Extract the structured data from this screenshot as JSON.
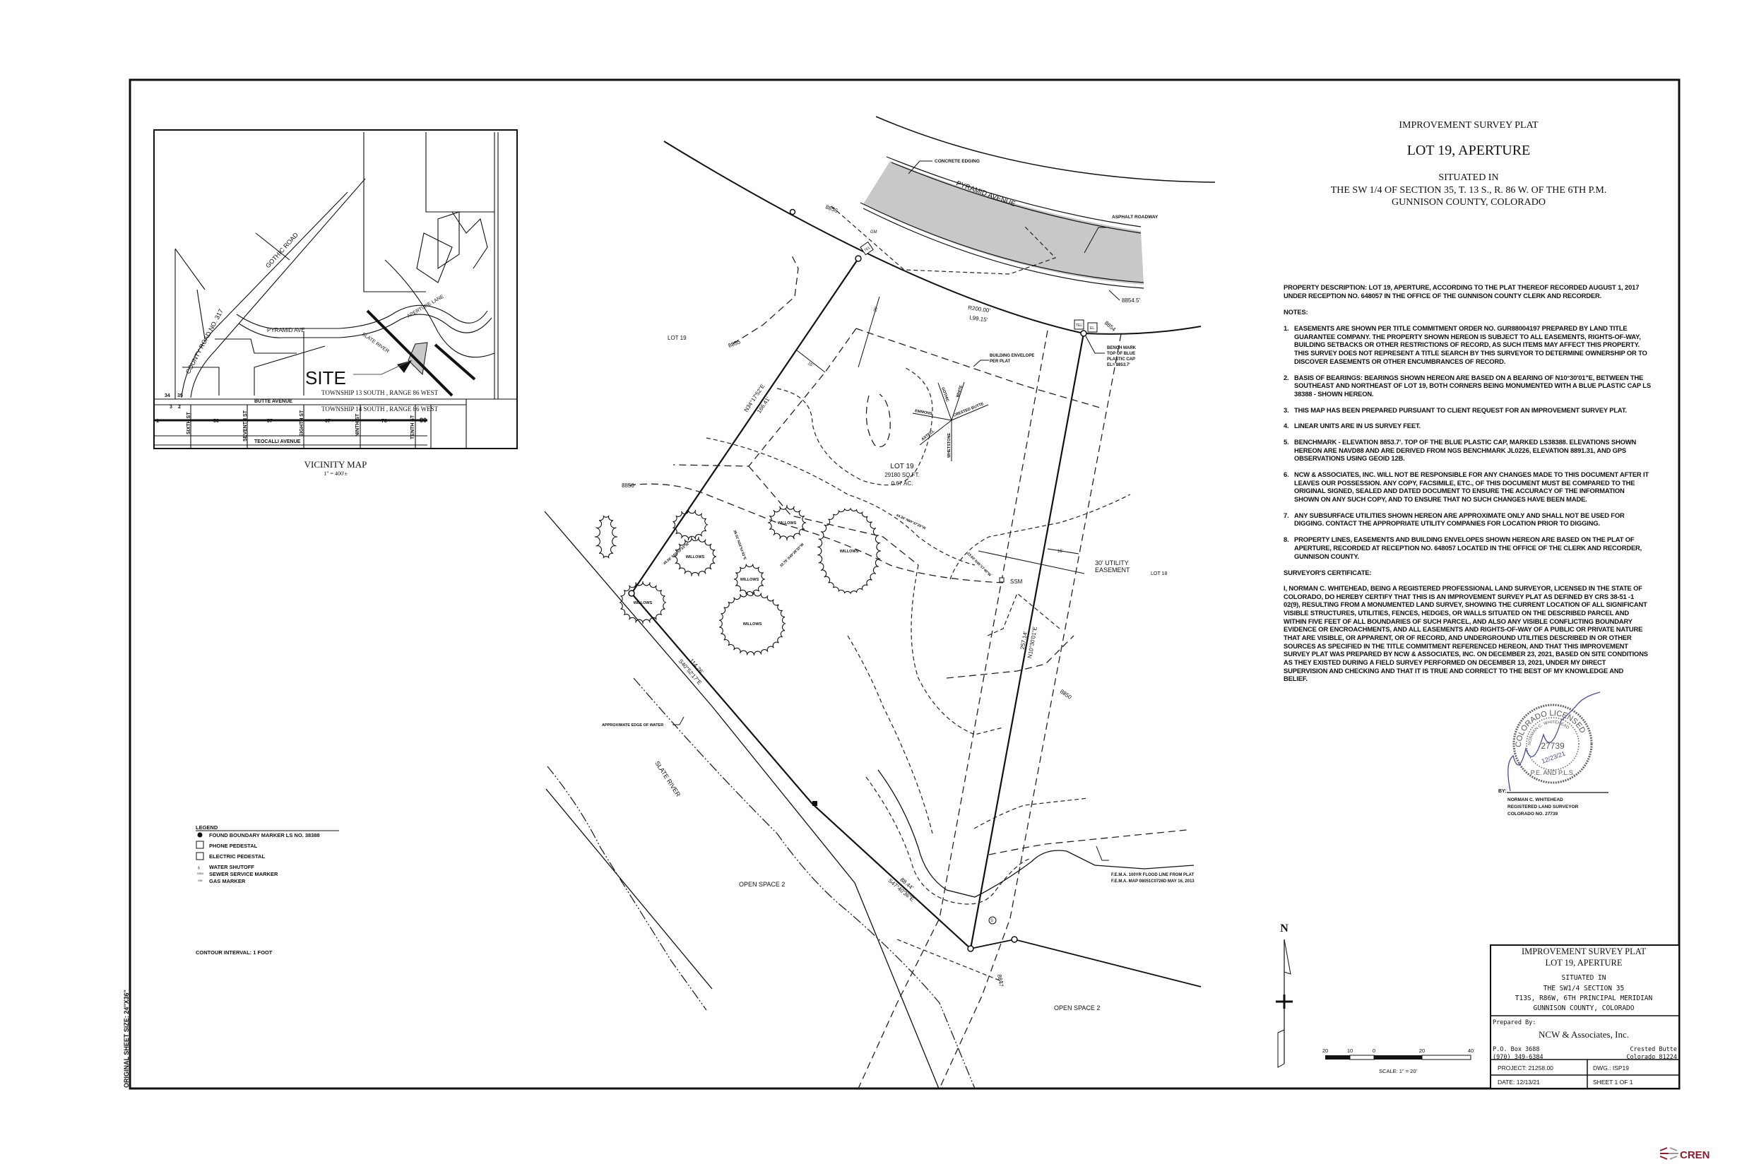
{
  "sheet": {
    "original_size": "ORIGINAL SHEET SIZE: 24\"X36\""
  },
  "header": {
    "kind": "IMPROVEMENT SURVEY PLAT",
    "title": "LOT 19, APERTURE",
    "situated": "SITUATED IN",
    "location": "THE SW 1/4 OF SECTION 35, T. 13 S., R. 86 W. OF THE 6TH P.M.",
    "county": "GUNNISON COUNTY, COLORADO"
  },
  "property_description": [
    "PROPERTY DESCRIPTION: LOT 19, APERTURE, ACCORDING TO THE PLAT THEREOF RECORDED AUGUST 1, 2017",
    "UNDER RECEPTION NO. 648057 IN THE OFFICE OF THE GUNNISON COUNTY CLERK AND RECORDER."
  ],
  "notes_label": "NOTES:",
  "notes": [
    {
      "num": "1.",
      "lines": [
        "EASEMENTS ARE SHOWN PER TITLE COMMITMENT ORDER NO. GUR88004197 PREPARED BY LAND TITLE",
        "GUARANTEE COMPANY. THE PROPERTY SHOWN HEREON IS SUBJECT TO ALL EASEMENTS, RIGHTS-OF-WAY,",
        "BUILDING SETBACKS OR OTHER RESTRICTIONS OF RECORD, AS SUCH ITEMS MAY AFFECT THIS PROPERTY.",
        "THIS SURVEY DOES NOT REPRESENT A TITLE SEARCH BY THIS SURVEYOR TO DETERMINE OWNERSHIP OR TO",
        "DISCOVER EASEMENTS OR OTHER ENCUMBRANCES OF RECORD."
      ]
    },
    {
      "num": "2.",
      "lines": [
        "BASIS OF BEARINGS: BEARINGS SHOWN HEREON ARE BASED ON A BEARING OF N10°30'01\"E, BETWEEN THE",
        "SOUTHEAST AND NORTHEAST OF LOT 19, BOTH CORNERS BEING MONUMENTED WITH A BLUE PLASTIC CAP LS",
        "38388 - SHOWN HEREON."
      ]
    },
    {
      "num": "3.",
      "lines": [
        "THIS MAP HAS BEEN PREPARED PURSUANT TO CLIENT REQUEST FOR AN IMPROVEMENT SURVEY PLAT."
      ]
    },
    {
      "num": "4.",
      "lines": [
        "LINEAR UNITS ARE IN US SURVEY FEET."
      ]
    },
    {
      "num": "5.",
      "lines": [
        "BENCHMARK - ELEVATION 8853.7'. TOP OF THE BLUE PLASTIC CAP, MARKED LS38388. ELEVATIONS SHOWN",
        "HEREON ARE NAVD88 AND ARE DERIVED FROM NGS BENCHMARK JL0226, ELEVATION 8891.31, AND GPS",
        "OBSERVATIONS USING GEOID 12B."
      ]
    },
    {
      "num": "6.",
      "lines": [
        "NCW & ASSOCIATES, INC. WILL NOT BE RESPONSIBLE FOR ANY CHANGES MADE TO THIS DOCUMENT AFTER IT",
        "LEAVES OUR POSSESSION. ANY COPY, FACSIMILE, ETC., OF THIS DOCUMENT MUST BE COMPARED TO THE",
        "ORIGINAL SIGNED, SEALED AND DATED DOCUMENT TO ENSURE THE ACCURACY OF THE INFORMATION",
        "SHOWN ON ANY SUCH COPY, AND TO ENSURE THAT NO SUCH CHANGES HAVE BEEN MADE."
      ]
    },
    {
      "num": "7.",
      "lines": [
        "ANY SUBSURFACE UTILITIES SHOWN HEREON ARE APPROXIMATE ONLY AND SHALL NOT BE USED FOR",
        "DIGGING. CONTACT THE APPROPRIATE UTILITY COMPANIES FOR LOCATION PRIOR TO DIGGING."
      ]
    },
    {
      "num": "8.",
      "lines": [
        "PROPERTY LINES, EASEMENTS AND BUILDING ENVELOPES SHOWN HEREON ARE BASED ON THE PLAT OF",
        "APERTURE, RECORDED AT RECEPTION NO. 648057 LOCATED IN THE OFFICE OF THE CLERK AND RECORDER,",
        "GUNNISON COUNTY."
      ]
    }
  ],
  "certificate": {
    "label": "SURVEYOR'S CERTIFICATE:",
    "lines": [
      "I, NORMAN C. WHITEHEAD, BEING A REGISTERED PROFESSIONAL LAND SURVEYOR, LICENSED IN THE STATE OF",
      "COLORADO, DO HEREBY CERTIFY THAT THIS IS AN IMPROVEMENT SURVEY PLAT AS DEFINED BY CRS 38-51 -1",
      "02(9), RESULTING FROM A MONUMENTED LAND SURVEY, SHOWING THE CURRENT LOCATION OF ALL SIGNIFICANT",
      "VISIBLE STRUCTURES, UTILITIES, FENCES, HEDGES, OR WALLS SITUATED ON THE DESCRIBED PARCEL AND",
      "WITHIN FIVE FEET OF ALL BOUNDARIES OF SUCH PARCEL, AND ALSO ANY VISIBLE CONFLICTING BOUNDARY",
      "EVIDENCE OR ENCROACHMENTS, AND ALL EASEMENTS AND RIGHTS-OF-WAY OF A PUBLIC OR PRIVATE NATURE",
      "THAT ARE VISIBLE, OR APPARENT, OR OF RECORD, AND UNDERGROUND UTILITIES DESCRIBED IN OR OTHER",
      "SOURCES AS SPECIFIED IN THE TITLE COMMITMENT REFERENCED HEREON, AND THAT THIS IMPROVEMENT",
      "SURVEY PLAT WAS PREPARED BY NCW & ASSOCIATES, INC. ON DECEMBER 23, 2021, BASED ON SITE CONDITIONS",
      "AS THEY EXISTED DURING A FIELD SURVEY PERFORMED ON DECEMBER  13, 2021, UNDER MY DIRECT",
      "SUPERVISION AND CHECKING AND THAT IT IS TRUE AND CORRECT TO THE BEST OF MY KNOWLEDGE AND",
      "BELIEF."
    ]
  },
  "signature": {
    "by": "BY:",
    "name": "NORMAN C. WHITEHEAD",
    "title": "REGISTERED LAND SURVEYOR",
    "license": "COLORADO NO. 27739"
  },
  "seal": {
    "outer": "COLORADO LICENSED",
    "inner": "NORMAN C. WHITEHEAD",
    "number": "27739",
    "date": "12/23/21",
    "bottom": "P.E. AND P.L.S."
  },
  "plat": {
    "concrete_edging": "CONCRETE EDGING",
    "street": "PYRAMID AVENUE",
    "asphalt": "ASPHALT ROADWAY",
    "elev_8854_5": "8854.5'",
    "c8856": "8856",
    "c8855": "8855",
    "c8854": "8854",
    "c8850a": "8850",
    "c8850b": "8850",
    "c8847": "8847",
    "cm": "GM",
    "tel": "TEL",
    "el": "EL",
    "curve_r": "R200.00'",
    "curve_l": "L99.15'",
    "setback_25": "25'",
    "setback_15": "15'",
    "easement_15": "15'",
    "bench1": "BENCH MARK",
    "bench2": "TOP OF BLUE",
    "bench3": "PLASTIC CAP",
    "bench4": "EL= 8853.7'",
    "envelope1": "BUILDING ENVELOPE",
    "envelope2": "PER PLAT",
    "lot19_west": "LOT 19",
    "lot19": "LOT 19",
    "area_sqft": "29180 SQ.FT.",
    "area_ac": "0.67 AC.",
    "lot18": "LOT 18",
    "utility1": "30' UTILITY",
    "utility2": "EASEMENT",
    "ssm": "SSM",
    "west_bearing": "N34°17'52\"E",
    "west_dist": "166.41'",
    "east_dist": "257.14'",
    "east_bearing": "N10°30'01\"E",
    "sw1_dist": "114.26'",
    "sw1_bearing": "S40°52'17\"E",
    "sw2_dist": "88.44'",
    "sw2_bearing": "S47°40'36\"E",
    "tie1": "44.30' N84°37'25\"W",
    "tie2": "45.66' S50°10'33\"W",
    "tie3": "28.01' N34°51'43\"E",
    "tie4": "33.76' S49°28'33\"W",
    "tie5": "23.93' N45°17'40\"W",
    "willows": [
      "WILLOWS",
      "WILLOWS",
      "WILLOWS",
      "WILLOWS",
      "WILLOWS",
      "WILLOWS"
    ],
    "views": [
      "GOTHIC",
      "WHITE",
      "EMMONS",
      "CRESTED BUTTE",
      "AXTELL",
      "WHETSTONE"
    ],
    "water_edge": "APPROXIMATE EDGE OF WATER",
    "river": "SLATE RIVER",
    "open_space_a": "OPEN SPACE 2",
    "open_space_b": "OPEN SPACE 2",
    "fema1": "F.E.M.A. 100YR FLOOD LINE FROM PLAT",
    "fema2": "F.E.M.A. MAP 08051C0726D MAY 16, 2013",
    "sewer": "S"
  },
  "vicinity": {
    "title": "VICINITY MAP",
    "scale": "1\" = 400'±",
    "gothic": "GOTHIC ROAD",
    "county_road": "COUNTY ROAD NO. 317",
    "pyramid": "PYRAMID AVE",
    "slate": "SLATE RIVER",
    "aperture": "APERTURE LANE",
    "site": "SITE",
    "t13": "TOWNSHIP 13 SOUTH , RANGE 86 WEST",
    "t14": "TOWNSHIP 14 SOUTH , RANGE 86 WEST",
    "butte": "BUTTE   AVENUE",
    "teocalli": "TEOCALLI   AVENUE",
    "streets": [
      "SIXTH ST",
      "SEVENTH ST",
      "EIGHTH ST",
      "NINTH ST",
      "TENTH ST"
    ],
    "blocks": [
      "1",
      "56",
      "57",
      "67",
      "78",
      "80"
    ],
    "sections": [
      "34",
      "35",
      "3",
      "2"
    ]
  },
  "legend": {
    "title": "LEGEND",
    "items": [
      {
        "symbol": "found-marker",
        "label": "FOUND BOUNDARY MARKER LS NO. 38388"
      },
      {
        "symbol": "TEL",
        "label": "PHONE PEDESTAL"
      },
      {
        "symbol": "EL",
        "label": "ELECTRIC PEDESTAL"
      },
      {
        "symbol": "water-shutoff",
        "label": "WATER SHUTOFF"
      },
      {
        "symbol": "SSM",
        "label": "SEWER SERVICE MARKER"
      },
      {
        "symbol": "GM",
        "label": "GAS MARKER"
      }
    ],
    "contour": "CONTOUR INTERVAL: 1 FOOT"
  },
  "north": "N",
  "scale": {
    "ticks": [
      "20",
      "10",
      "0",
      "20",
      "40"
    ],
    "label": "SCALE: 1\" = 20'"
  },
  "title_block": {
    "kind": "IMPROVEMENT SURVEY PLAT",
    "title": "LOT 19, APERTURE",
    "situated": "SITUATED IN",
    "line1": "THE SW1/4 SECTION 35",
    "line2": "T13S, R86W, 6TH PRINCIPAL MERIDIAN",
    "line3": "GUNNISON COUNTY, COLORADO",
    "prepared_by": "Prepared By:",
    "firm": "NCW & Associates, Inc.",
    "po_box": "P.O. Box 3688",
    "phone": "(970) 349-6384",
    "city": "Crested Butte",
    "state_zip": "Colorado 81224",
    "project": "PROJECT: 21258.00",
    "dwg": "DWG.: ISP19",
    "date": "DATE: 12/13/21",
    "sheet": "SHEET   1   OF   1"
  },
  "logo": "CREN",
  "colors": {
    "logo": "#8a1c32",
    "pavement": "#c8c8c8",
    "ink": "#111111"
  }
}
